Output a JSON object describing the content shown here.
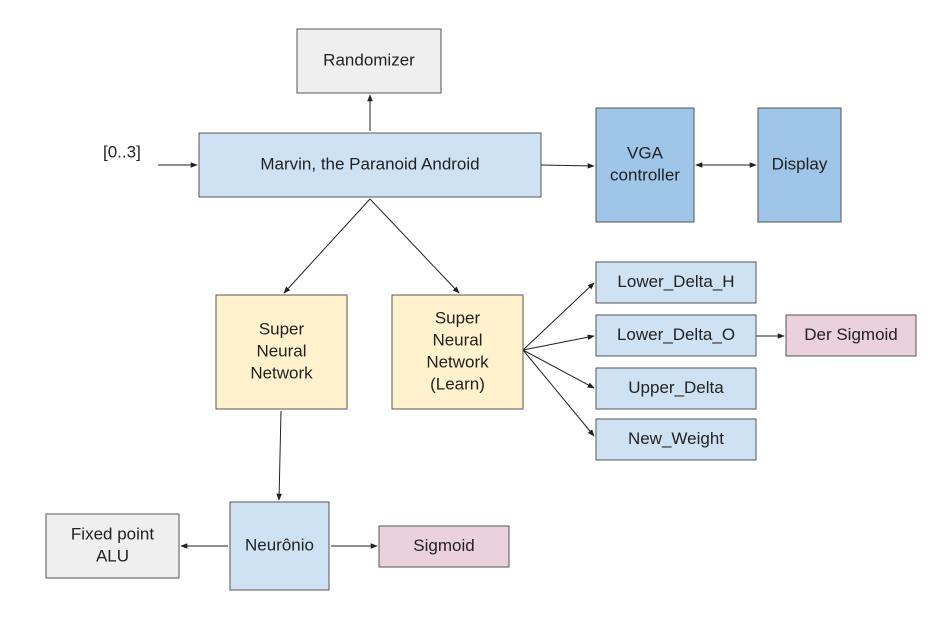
{
  "input_label": "[0..3]",
  "colors": {
    "gray": "#efefef",
    "light_blue": "#cfe2f3",
    "blue": "#9fc5e8",
    "yellow": "#fff2cc",
    "pink": "#ead1dc",
    "stroke": "#555555",
    "edge": "#222222"
  },
  "nodes": [
    {
      "id": "randomizer",
      "lines": [
        "Randomizer"
      ],
      "color": "gray"
    },
    {
      "id": "marvin",
      "lines": [
        "Marvin, the Paranoid Android"
      ],
      "color": "light_blue"
    },
    {
      "id": "vga",
      "lines": [
        "VGA",
        "controller"
      ],
      "color": "blue"
    },
    {
      "id": "display",
      "lines": [
        "Display"
      ],
      "color": "blue"
    },
    {
      "id": "snn",
      "lines": [
        "Super",
        "Neural",
        "Network"
      ],
      "color": "yellow"
    },
    {
      "id": "snn-learn",
      "lines": [
        "Super",
        "Neural",
        "Network",
        "(Learn)"
      ],
      "color": "yellow"
    },
    {
      "id": "lower-delta-h",
      "lines": [
        "Lower_Delta_H"
      ],
      "color": "light_blue"
    },
    {
      "id": "lower-delta-o",
      "lines": [
        "Lower_Delta_O"
      ],
      "color": "light_blue"
    },
    {
      "id": "der-sigmoid",
      "lines": [
        "Der Sigmoid"
      ],
      "color": "pink"
    },
    {
      "id": "upper-delta",
      "lines": [
        "Upper_Delta"
      ],
      "color": "light_blue"
    },
    {
      "id": "new-weight",
      "lines": [
        "New_Weight"
      ],
      "color": "light_blue"
    },
    {
      "id": "fixed-point-alu",
      "lines": [
        "Fixed point",
        "ALU"
      ],
      "color": "gray"
    },
    {
      "id": "neuronio",
      "lines": [
        "Neurônio"
      ],
      "color": "light_blue"
    },
    {
      "id": "sigmoid",
      "lines": [
        "Sigmoid"
      ],
      "color": "pink"
    }
  ],
  "edges": [
    {
      "from": "input",
      "to": "marvin",
      "dir": "forward"
    },
    {
      "from": "marvin",
      "to": "randomizer",
      "dir": "forward"
    },
    {
      "from": "marvin",
      "to": "vga",
      "dir": "forward"
    },
    {
      "from": "vga",
      "to": "display",
      "dir": "both"
    },
    {
      "from": "marvin",
      "to": "snn",
      "dir": "forward"
    },
    {
      "from": "marvin",
      "to": "snn-learn",
      "dir": "forward"
    },
    {
      "from": "snn-learn",
      "to": "lower-delta-h",
      "dir": "forward"
    },
    {
      "from": "snn-learn",
      "to": "lower-delta-o",
      "dir": "forward"
    },
    {
      "from": "snn-learn",
      "to": "upper-delta",
      "dir": "forward"
    },
    {
      "from": "snn-learn",
      "to": "new-weight",
      "dir": "forward"
    },
    {
      "from": "lower-delta-o",
      "to": "der-sigmoid",
      "dir": "forward"
    },
    {
      "from": "snn",
      "to": "neuronio",
      "dir": "forward"
    },
    {
      "from": "neuronio",
      "to": "fixed-point-alu",
      "dir": "forward"
    },
    {
      "from": "neuronio",
      "to": "sigmoid",
      "dir": "forward"
    }
  ]
}
